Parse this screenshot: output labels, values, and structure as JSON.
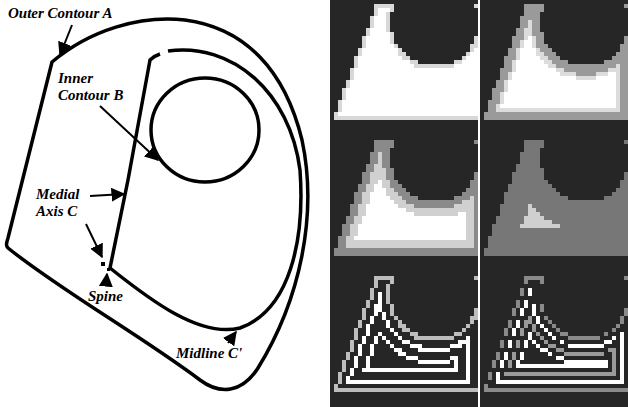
{
  "diagram": {
    "labels": [
      "Outer Contour A",
      "Inner Contour B",
      "Medial Axis C",
      "Spine",
      "Midline C'"
    ]
  }
}
